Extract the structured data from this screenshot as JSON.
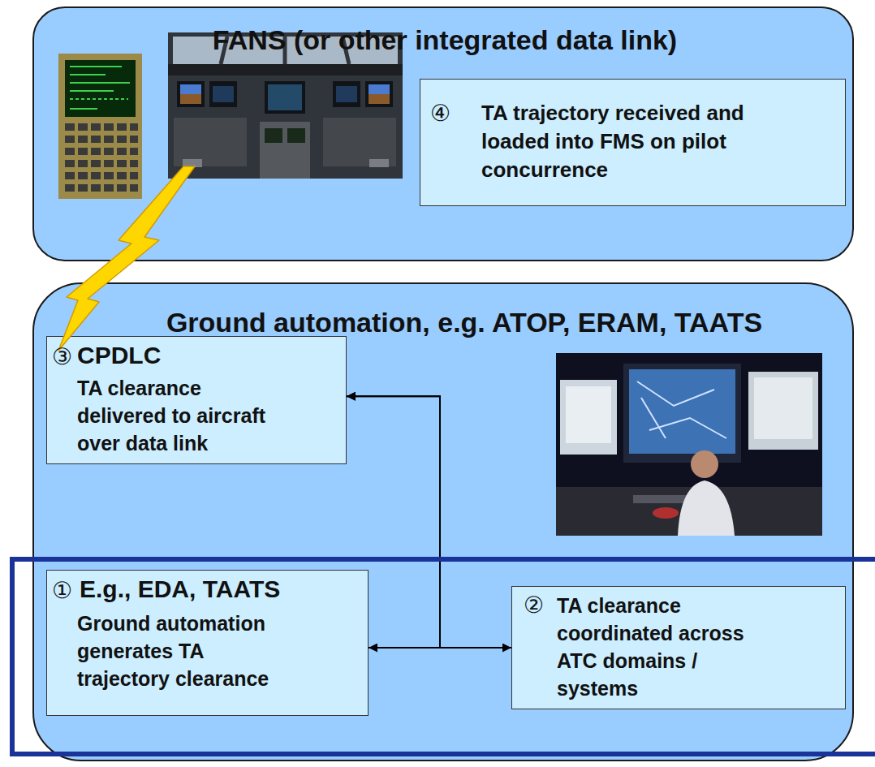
{
  "diagram": {
    "nodes": [
      {
        "text": [
          "FANS (or other integrated data link)"
        ]
      },
      {
        "text": [
          "④",
          "TA trajectory received and loaded into FMS on pilot concurrence"
        ],
        "in": 0
      },
      {
        "text": [
          "Ground automation, e.g. ATOP, ERAM, TAATS"
        ]
      },
      {
        "text": [
          "③",
          "CPDLC",
          "TA clearance delivered to aircraft over data link"
        ],
        "in": 2
      },
      {
        "text": [
          "①",
          "E.g., EDA, TAATS",
          "Ground automation generates TA trajectory clearance"
        ],
        "in": 2
      },
      {
        "text": [
          "②",
          "TA clearance coordinated across ATC domains / systems"
        ],
        "in": 2
      }
    ],
    "edges": [
      {
        "from": 4,
        "to": 5,
        "arrow": "both"
      },
      {
        "from": 4,
        "to": 3,
        "arrow": "to"
      },
      {
        "from": 5,
        "to": 3,
        "arrow": "to"
      }
    ]
  }
}
